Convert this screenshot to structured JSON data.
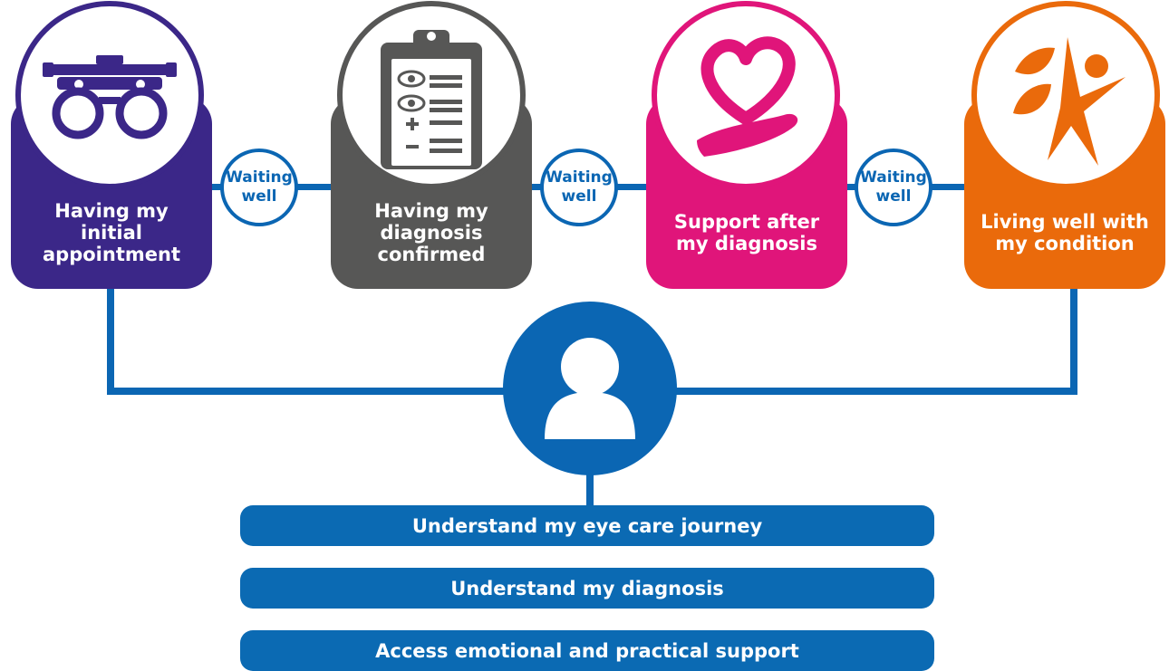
{
  "stages": [
    {
      "label": "Having my\ninitial\nappointment",
      "icon": "trial-frame-glasses-icon",
      "color": "#3b2788"
    },
    {
      "label": "Having my\ndiagnosis\nconfirmed",
      "icon": "clipboard-checklist-icon",
      "color": "#575756"
    },
    {
      "label": "Support after\nmy diagnosis",
      "icon": "heart-in-hand-icon",
      "color": "#e0157a"
    },
    {
      "label": "Living well with\nmy condition",
      "icon": "person-with-leaves-icon",
      "color": "#ea6a0b"
    }
  ],
  "waiting": [
    {
      "label": "Waiting\nwell"
    },
    {
      "label": "Waiting\nwell"
    },
    {
      "label": "Waiting\nwell"
    }
  ],
  "center_icon": "person-avatar-icon",
  "outcomes": [
    {
      "label": "Understand my eye care journey"
    },
    {
      "label": "Understand my diagnosis"
    },
    {
      "label": "Access emotional and practical support"
    }
  ],
  "colors": {
    "connector": "#0b66b3",
    "pill": "#0b6ab3"
  }
}
